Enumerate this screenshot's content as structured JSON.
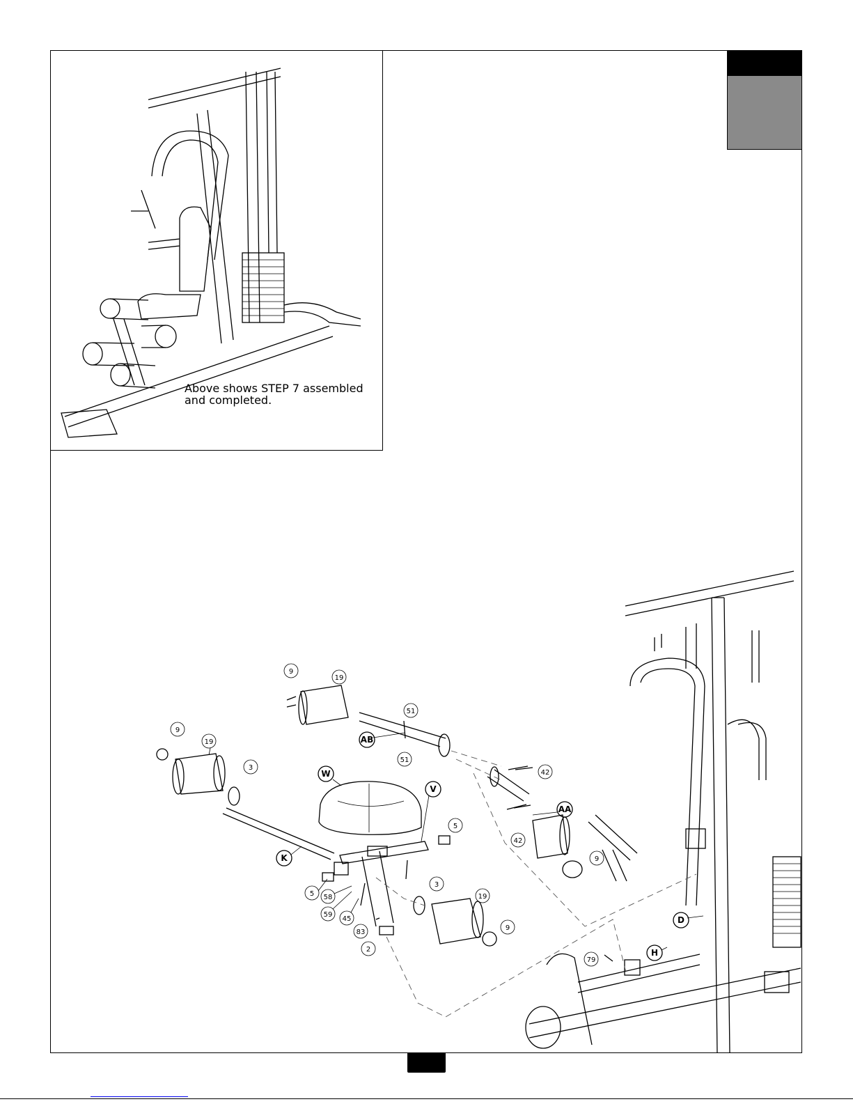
{
  "caption": "Above shows STEP 7 assembled\nand completed.",
  "callouts": {
    "p9a": "9",
    "p19a": "19",
    "p51a": "51",
    "pAB": "AB",
    "p51b": "51",
    "p9b": "9",
    "p19b": "19",
    "p3a": "3",
    "pW": "W",
    "pV": "V",
    "p42a": "42",
    "pAA": "AA",
    "p42b": "42",
    "p5a": "5",
    "p9c": "9",
    "pK": "K",
    "p5b": "5",
    "p58": "58",
    "p59": "59",
    "p45": "45",
    "p3b": "3",
    "p19c": "19",
    "p9d": "9",
    "p83": "83",
    "p2": "2",
    "pD": "D",
    "pH": "H",
    "p79": "79"
  }
}
